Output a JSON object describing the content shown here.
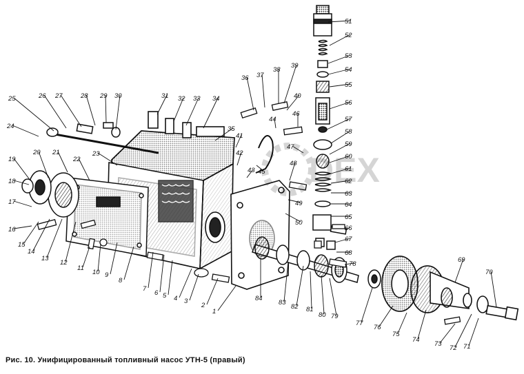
{
  "caption": "Рис. 10. Унифицированный топливный насос УТН-5 (правый)",
  "watermark_text": "PLAPS DEX",
  "callouts": [
    "1",
    "2",
    "3",
    "4",
    "5",
    "6",
    "7",
    "8",
    "9",
    "10",
    "11",
    "12",
    "13",
    "14",
    "15",
    "16",
    "17",
    "18",
    "19",
    "20",
    "21",
    "22",
    "23",
    "24",
    "25",
    "26",
    "27",
    "28",
    "29",
    "30",
    "31",
    "32",
    "33",
    "34",
    "35",
    "36",
    "37",
    "38",
    "39",
    "40",
    "41",
    "42",
    "43",
    "44",
    "45",
    "46",
    "47",
    "48",
    "49",
    "50",
    "51",
    "52",
    "53",
    "54",
    "55",
    "56",
    "57",
    "58",
    "59",
    "60",
    "61",
    "62",
    "63",
    "64",
    "65",
    "66",
    "67",
    "68",
    "69",
    "70",
    "71",
    "72",
    "73",
    "74",
    "75",
    "76",
    "77",
    "78",
    "79",
    "80",
    "81",
    "82",
    "83",
    "84"
  ],
  "colors": {
    "ink": "#111111",
    "paper": "#ffffff",
    "hatch": "#2a2a2a"
  }
}
